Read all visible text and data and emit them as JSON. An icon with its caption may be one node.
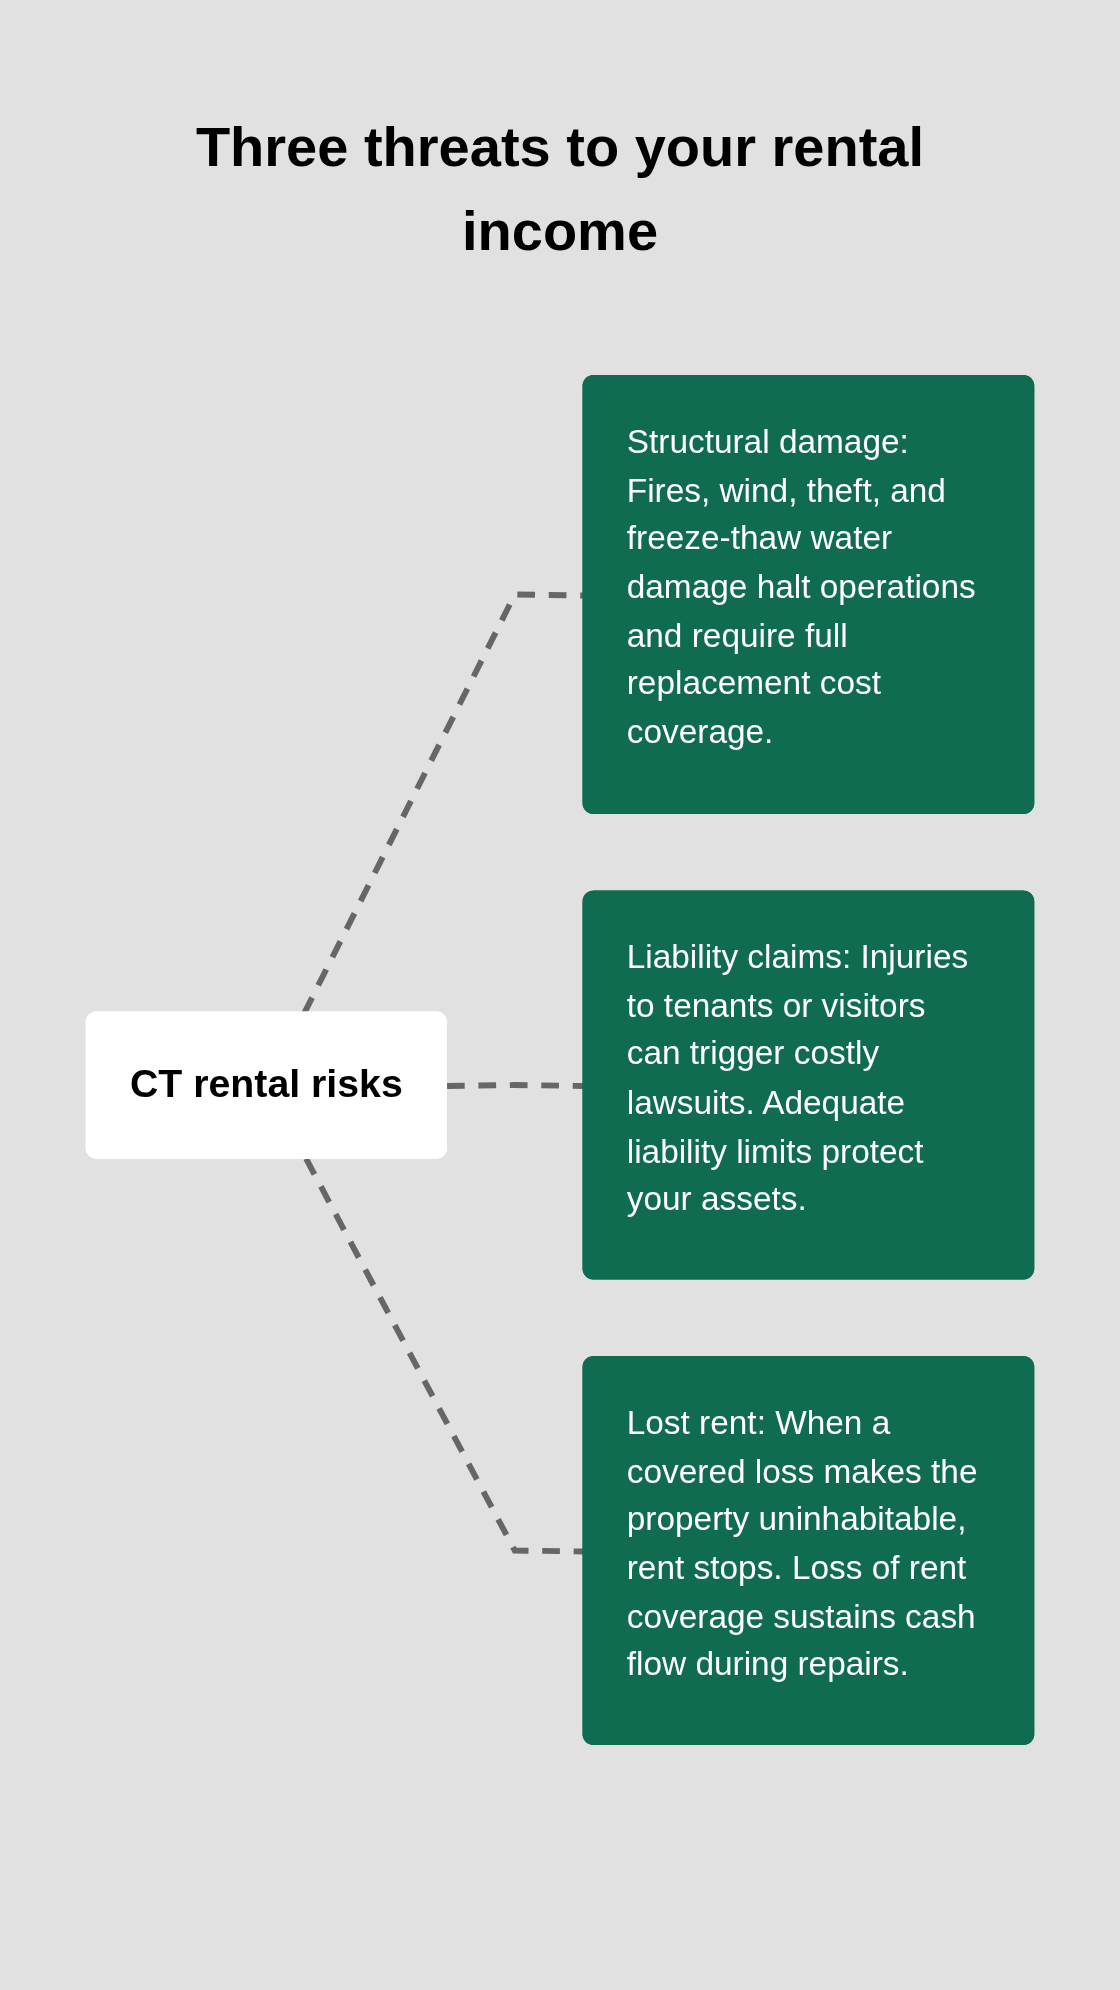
{
  "diagram": {
    "title": "Three threats to your rental income",
    "nodes": [
      {
        "text": [
          "CT rental risks"
        ]
      },
      {
        "text": [
          "Structural damage: Fires, wind, theft, and freeze-thaw water damage halt operations and require full replacement cost coverage."
        ]
      },
      {
        "text": [
          "Liability claims: Injuries to tenants or visitors can trigger costly lawsuits. Adequate liability limits protect your assets."
        ]
      },
      {
        "text": [
          "Lost rent: When a covered loss makes the property uninhabitable, rent stops. Loss of rent coverage sustains cash flow during repairs."
        ]
      }
    ],
    "edges": [
      {
        "from": 0,
        "to": 1,
        "arrow": "none",
        "style": "dashed"
      },
      {
        "from": 0,
        "to": 2,
        "arrow": "none",
        "style": "dashed"
      },
      {
        "from": 0,
        "to": 3,
        "arrow": "none",
        "style": "dashed"
      }
    ]
  }
}
